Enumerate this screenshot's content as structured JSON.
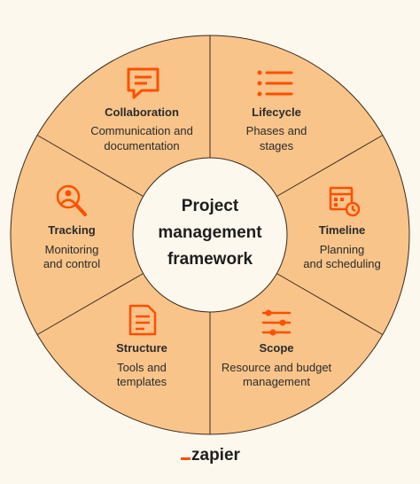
{
  "diagram": {
    "center_lines": [
      "Project",
      "management",
      "framework"
    ],
    "segments": [
      {
        "id": "collaboration",
        "title": "Collaboration",
        "lines": [
          "Communication and",
          "documentation"
        ],
        "icon": "chat-document-icon"
      },
      {
        "id": "lifecycle",
        "title": "Lifecycle",
        "lines": [
          "Phases and",
          "stages"
        ],
        "icon": "list-icon"
      },
      {
        "id": "timeline",
        "title": "Timeline",
        "lines": [
          "Planning",
          "and scheduling"
        ],
        "icon": "calendar-clock-icon"
      },
      {
        "id": "scope",
        "title": "Scope",
        "lines": [
          "Resource and budget",
          "management"
        ],
        "icon": "sliders-icon"
      },
      {
        "id": "structure",
        "title": "Structure",
        "lines": [
          "Tools and",
          "templates"
        ],
        "icon": "document-icon"
      },
      {
        "id": "tracking",
        "title": "Tracking",
        "lines": [
          "Monitoring",
          "and control"
        ],
        "icon": "magnify-person-icon"
      }
    ]
  },
  "branding": {
    "logo_text": "zapier"
  },
  "colors": {
    "background": "#fdf8ee",
    "segment_fill": "#f8c48a",
    "divider": "#3a2a1a",
    "icon": "#ff4f00",
    "center_fill": "#fdf8ee"
  }
}
